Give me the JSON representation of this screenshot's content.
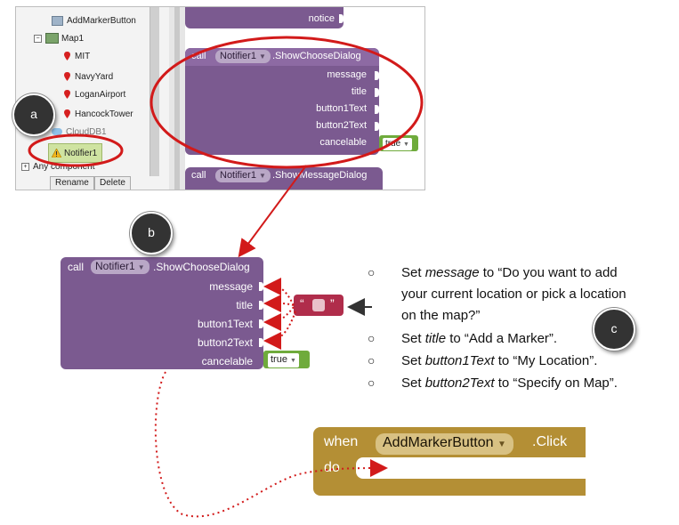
{
  "badges": {
    "a": "a",
    "b": "b",
    "c": "c"
  },
  "tree": {
    "items": [
      {
        "label": "AddMarkerButton",
        "icon": "button-icon"
      },
      {
        "label": "Map1",
        "icon": "map-icon"
      },
      {
        "label": "MIT",
        "icon": "marker-pin-icon"
      },
      {
        "label": "NavyYard",
        "icon": "marker-pin-icon"
      },
      {
        "label": "LoganAirport",
        "icon": "marker-pin-icon"
      },
      {
        "label": "HancockTower",
        "icon": "marker-pin-icon"
      },
      {
        "label": "CloudDB1",
        "icon": "cloud-icon"
      },
      {
        "label": "Notifier1",
        "icon": "warning-icon"
      },
      {
        "label": "Any component",
        "icon": "expand-icon"
      }
    ],
    "rename_label": "Rename",
    "delete_label": "Delete"
  },
  "top_workspace": {
    "notice_label": "notice",
    "call_label": "call",
    "component": "Notifier1",
    "method": ".ShowChooseDialog",
    "sockets": [
      "message",
      "title",
      "button1Text",
      "button2Text",
      "cancelable"
    ],
    "cancelable_value": "true",
    "second_method": ".ShowMessageDialog"
  },
  "block_b": {
    "call_label": "call",
    "component": "Notifier1",
    "method": ".ShowChooseDialog",
    "sockets": [
      "message",
      "title",
      "button1Text",
      "button2Text",
      "cancelable"
    ],
    "cancelable_value": "true",
    "text_block_left_quote": "“",
    "text_block_right_quote": "”"
  },
  "instructions": {
    "bullet": "○",
    "line1_prefix": "Set ",
    "line1_param": "message",
    "line1_suffix": " to “Do you want to add",
    "line1_cont1": "your current location or pick a location",
    "line1_cont2": "on the map?”",
    "line2_prefix": "Set ",
    "line2_param": "title",
    "line2_suffix": " to “Add a Marker”.",
    "line3_prefix": "Set ",
    "line3_param": "button1Text",
    "line3_suffix": " to “My Location”.",
    "line4_prefix": "Set ",
    "line4_param": "button2Text",
    "line4_suffix": " to “Specify on Map”."
  },
  "when_block": {
    "when_label": "when",
    "component": "AddMarkerButton",
    "event": ".Click",
    "do_label": "do"
  },
  "colors": {
    "procedure_purple": "#7b5a90",
    "event_gold": "#b48f35",
    "logic_green": "#6fab3c",
    "annotation_red": "#d21a1a"
  }
}
